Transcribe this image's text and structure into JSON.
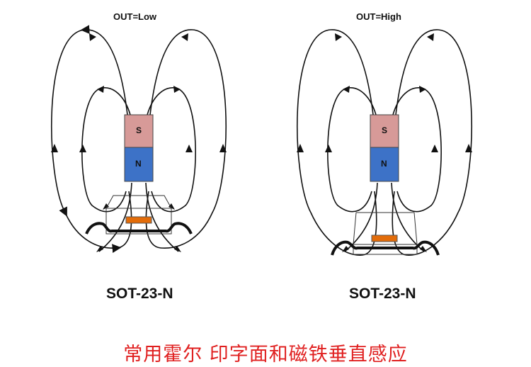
{
  "diagrams": [
    {
      "output_label": "OUT=Low",
      "package_label": "SOT-23-N",
      "magnet": {
        "top_pole": "S",
        "bottom_pole": "N"
      }
    },
    {
      "output_label": "OUT=High",
      "package_label": "SOT-23-N",
      "magnet": {
        "top_pole": "S",
        "bottom_pole": "N"
      }
    }
  ],
  "caption": "常用霍尔  印字面和磁铁垂直感应",
  "colors": {
    "pole_s": "#d79a98",
    "pole_n": "#3d72c7",
    "sensor_die": "#e36c09",
    "caption": "#e02020",
    "line": "#111111"
  }
}
